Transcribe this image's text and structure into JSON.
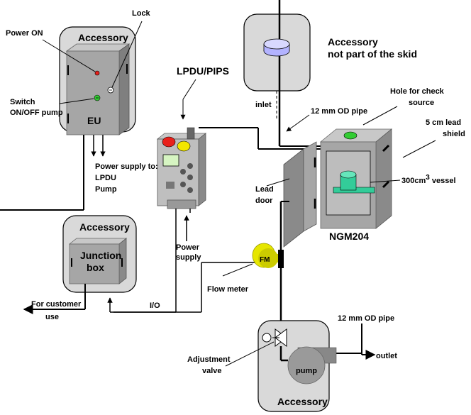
{
  "labels": {
    "power_on": "Power ON",
    "lock": "Lock",
    "accessory_top_left": "Accessory",
    "switch_line1": "Switch",
    "switch_line2": "ON/OFF pump",
    "eu": "EU",
    "power_supply_to_line1": "Power supply to:",
    "power_supply_to_line2": "LPDU",
    "power_supply_to_line3": "Pump",
    "lpdu_pips": "LPDU/PIPS",
    "accessory_not_skid_line1": "Accessory",
    "accessory_not_skid_line2": "not part of the skid",
    "inlet": "inlet",
    "pipe_top": "12 mm OD pipe",
    "hole_line1": "Hole for check",
    "hole_line2": "source",
    "lead_shield_line1": "5 cm lead",
    "lead_shield_line2": "shield",
    "vessel_prefix": "300cm",
    "vessel_sup": "3",
    "vessel_suffix": " vessel",
    "lead_door_line1": "Lead",
    "lead_door_line2": "door",
    "ngm204": "NGM204",
    "accessory_junction": "Accessory",
    "junction_line1": "Junction",
    "junction_line2": "box",
    "power_supply_line1": "Power",
    "power_supply_line2": "supply",
    "fm": "FM",
    "flow_meter": "Flow meter",
    "io": "I/O",
    "customer_line1": "For customer",
    "customer_line2": "use",
    "pipe_bottom": "12 mm OD pipe",
    "outlet": "outlet",
    "adjustment_line1": "Adjustment",
    "adjustment_line2": "valve",
    "pump": "pump",
    "accessory_bottom": "Accessory"
  },
  "colors": {
    "accessory_fill": "#d9d9d9",
    "box_front": "#a6a6a6",
    "box_side": "#7f7f7f",
    "box_top": "#c8c8c8",
    "led_red": "#e8211c",
    "led_green": "#33cc33",
    "vessel_green": "#33cc99",
    "fm_yellow": "#e6e600",
    "lamp_red": "#e8211c",
    "lamp_yellow": "#f2e600",
    "filter_lavender": "#b3b3ff"
  }
}
